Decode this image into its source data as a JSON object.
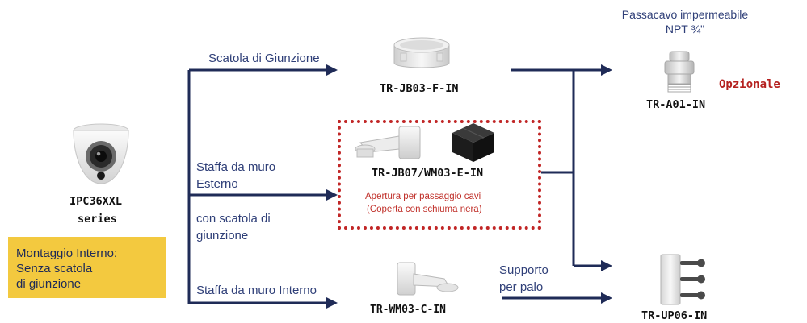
{
  "colors": {
    "line": "#1f2b57",
    "branch_text": "#2f3f78",
    "accent_red": "#c0302a",
    "note_box": "#f3c93f"
  },
  "camera": {
    "model": "IPC36XXL",
    "series": "series",
    "icon": "dome-camera-icon"
  },
  "indoor_note": {
    "lines": [
      "Montaggio Interno:",
      "Senza scatola",
      "di giunzione"
    ]
  },
  "branches": {
    "junction_box": "Scatola di Giunzione",
    "wall_outdoor": "Staffa da muro\nEsterno",
    "with_junction_box": "con scatola di\ngiunzione",
    "wall_indoor": "Staffa da muro Interno",
    "pole_support": "Supporto\nper palo"
  },
  "products": {
    "jb03": {
      "code": "TR-JB03-F-IN",
      "icon": "junction-box-icon"
    },
    "jb07": {
      "code": "TR-JB07/WM03-E-IN",
      "note_lines": [
        "Apertura per passaggio cavi",
        "(Coperta con schiuma nera)"
      ],
      "icons": [
        "wall-bracket-icon",
        "black-junction-box-icon"
      ]
    },
    "wm03c": {
      "code": "TR-WM03-C-IN",
      "icon": "indoor-wall-bracket-icon"
    },
    "a01": {
      "code": "TR-A01-IN",
      "title_lines": [
        "Passacavo impermeabile",
        "NPT ¾\""
      ],
      "optional_label": "Opzionale",
      "icon": "cable-gland-icon"
    },
    "up06": {
      "code": "TR-UP06-IN",
      "icon": "pole-mount-icon"
    }
  }
}
